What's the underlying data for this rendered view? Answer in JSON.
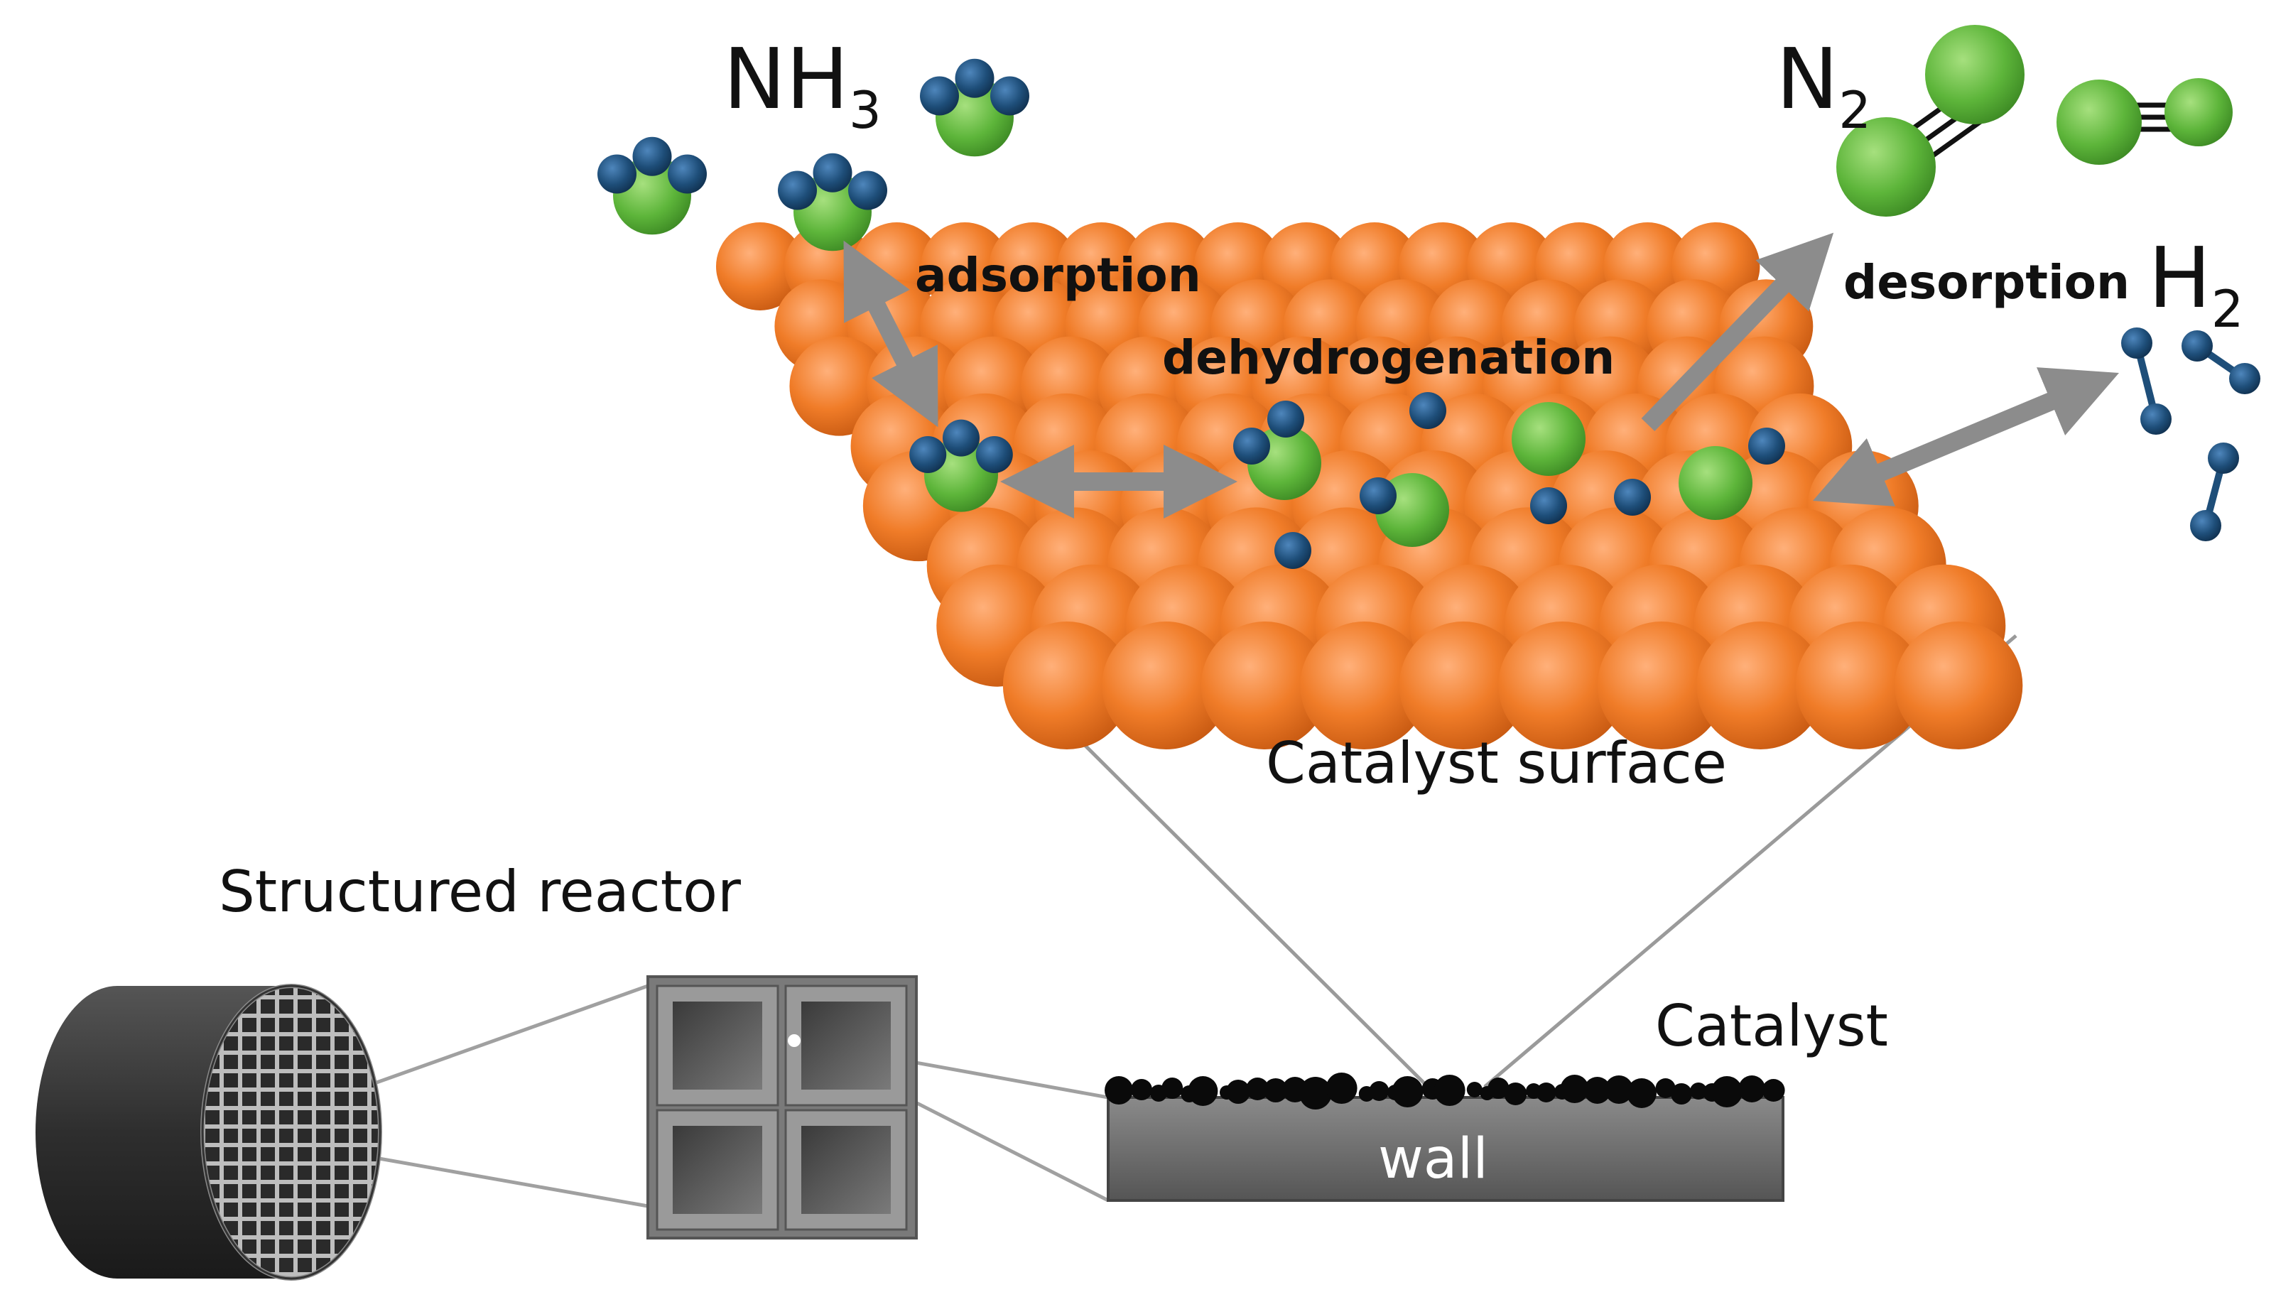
{
  "labels": {
    "nh3_main": "NH",
    "nh3_sub": "3",
    "n2_main": "N",
    "n2_sub": "2",
    "h2_main": "H",
    "h2_sub": "2",
    "adsorption": "adsorption",
    "dehydrogenation": "dehydrogenation",
    "desorption": "desorption",
    "catalyst_surface": "Catalyst surface",
    "structured_reactor": "Structured reactor",
    "catalyst": "Catalyst",
    "wall": "wall"
  },
  "colors": {
    "catalyst_sphere": "#F07C28",
    "nitrogen_atom": "#5DB53A",
    "hydrogen_atom": "#1E4E79",
    "arrow": "#8C8C8C",
    "reactor_body": "#2E2E2E",
    "channel_block": "#6A6A6A",
    "wall": "#6E6E6E",
    "catalyst_particle": "#0A0A0A"
  },
  "icons": {
    "ammonia_molecule": "ammonia-molecule-icon",
    "nitrogen_molecule": "nitrogen-molecule-icon",
    "hydrogen_molecule": "hydrogen-molecule-icon",
    "monolith_reactor": "monolith-reactor-icon"
  }
}
